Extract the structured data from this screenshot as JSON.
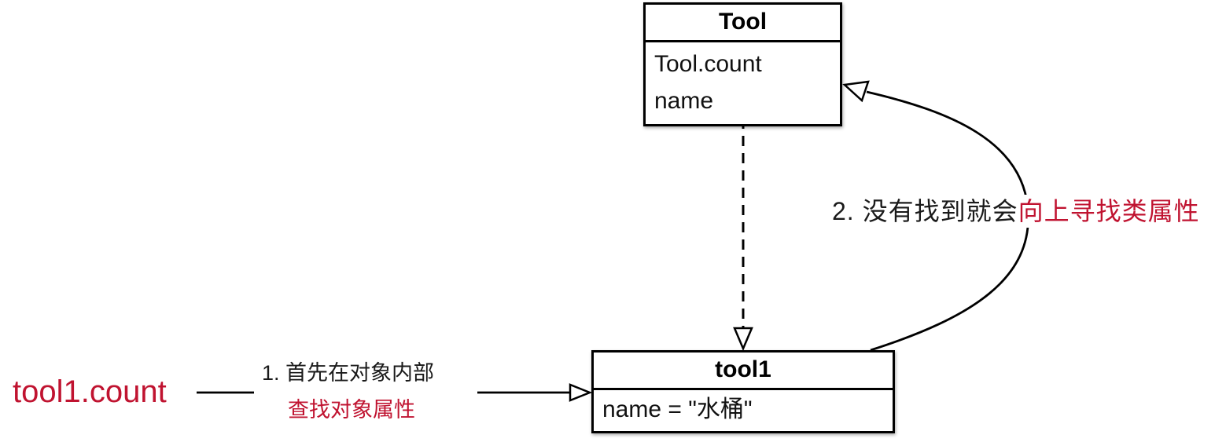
{
  "diagram": {
    "colors": {
      "accent_red": "#c01330",
      "line_color": "#000000",
      "background": "#ffffff"
    },
    "class_box": {
      "title": "Tool",
      "attributes": [
        "Tool.count",
        "name"
      ]
    },
    "instance_box": {
      "title": "tool1",
      "attributes": [
        "name = \"水桶\""
      ]
    },
    "expression_label": "tool1.count",
    "step1": {
      "prefix": "1. 首先在对象内部",
      "highlight": "查找对象属性"
    },
    "step2": {
      "prefix": "2. 没有找到就会",
      "highlight": "向上寻找类属性"
    }
  }
}
